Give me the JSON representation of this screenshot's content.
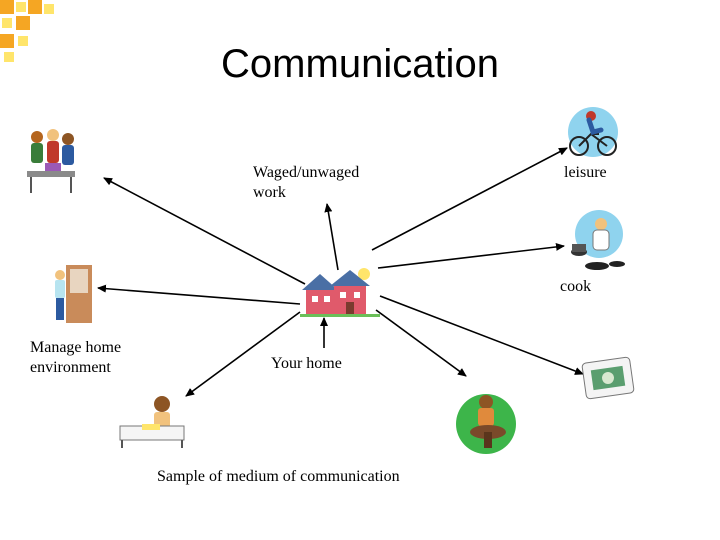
{
  "title": "Communication",
  "labels": {
    "waged_line1": "Waged/unwaged",
    "waged_line2": "work",
    "leisure": "leisure",
    "cook": "cook",
    "manage_line1": "Manage home",
    "manage_line2": "environment",
    "your_home": "Your home",
    "sample": "Sample of medium of communication"
  },
  "colors": {
    "accent_orange": "#F5A623",
    "accent_yellow": "#FFE56B",
    "line": "#000000"
  },
  "icons": [
    "corner-squares",
    "people-meeting-clipart",
    "cyclist-clipart",
    "chef-cooking-clipart",
    "person-at-window-clipart",
    "house-clipart",
    "money-bill-clipart",
    "person-at-bed-clipart",
    "person-at-table-clipart"
  ]
}
